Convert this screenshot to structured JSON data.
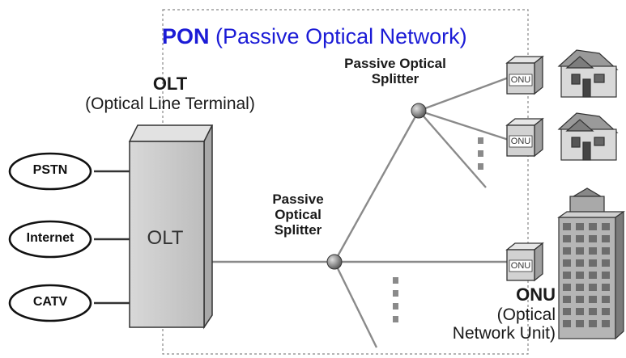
{
  "title": {
    "bold": "PON",
    "rest": "(Passive Optical Network)"
  },
  "olt": {
    "heading": "OLT",
    "subtitle": "(Optical Line Terminal)",
    "box_label": "OLT"
  },
  "sources": [
    "PSTN",
    "Internet",
    "CATV"
  ],
  "splitters": {
    "top": [
      "Passive Optical",
      "Splitter"
    ],
    "middle": [
      "Passive",
      "Optical",
      "Splitter"
    ]
  },
  "onu": {
    "heading": "ONU",
    "line1": "(Optical",
    "line2": "Network Unit)",
    "device_label": "ONU"
  },
  "colors": {
    "title_blue": "#1b1bd6",
    "line_gray": "#8a8a8a",
    "box_gray": "#c9c9c9"
  }
}
